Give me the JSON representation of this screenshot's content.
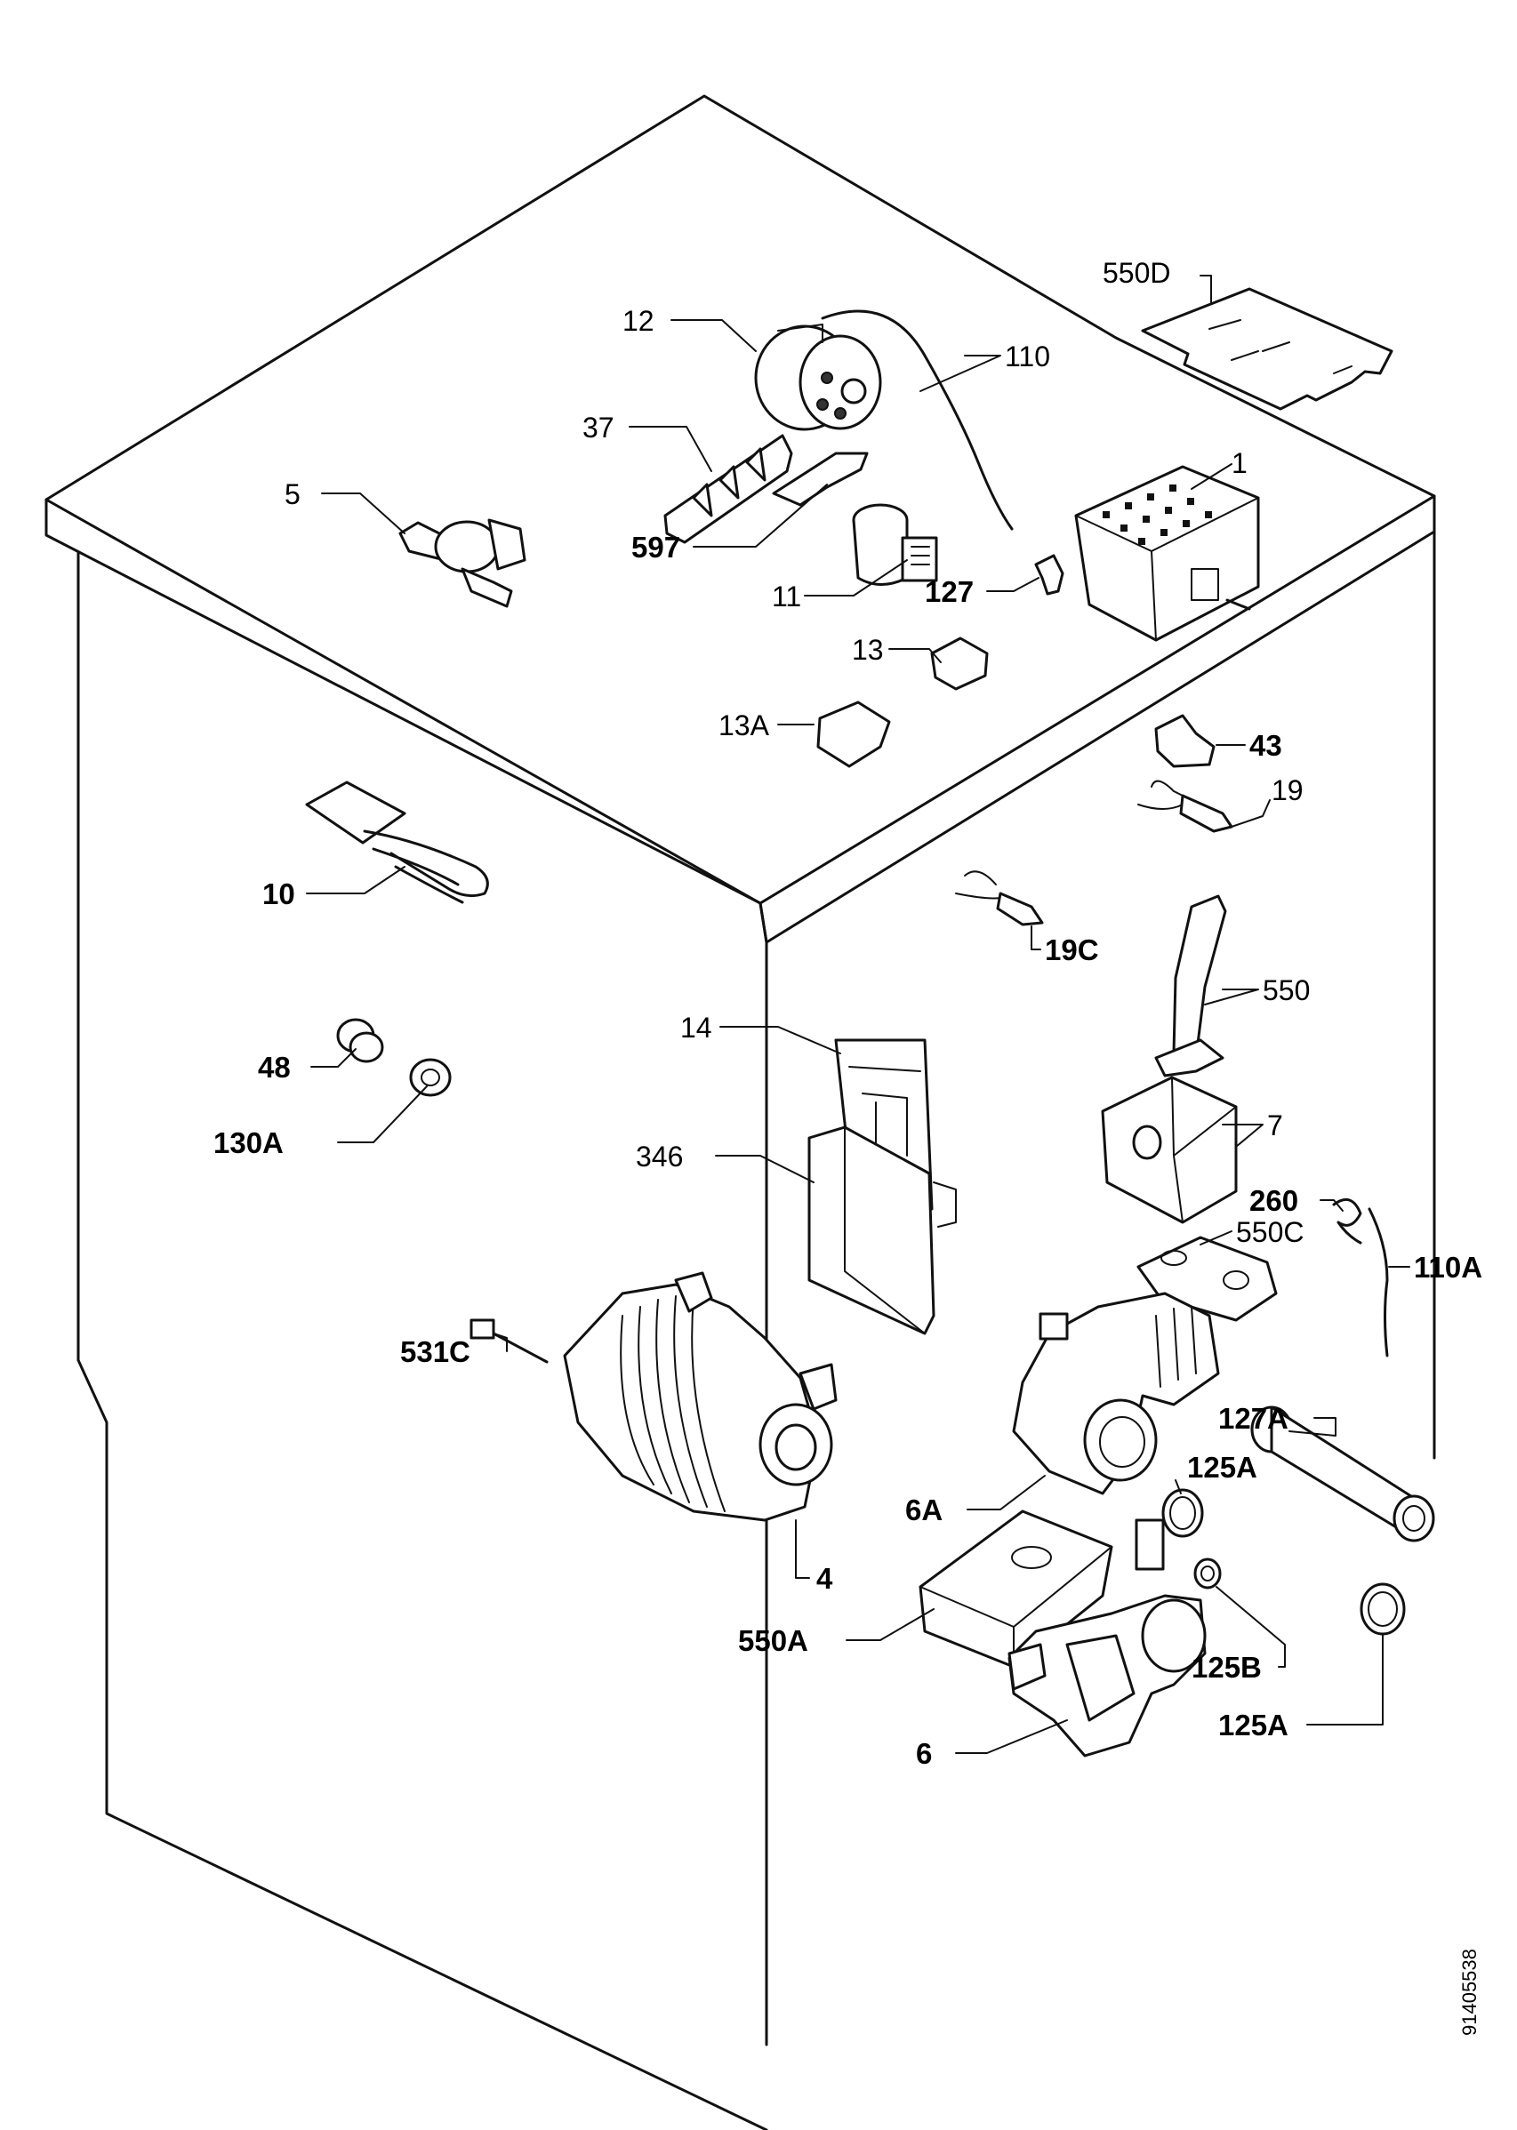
{
  "diagram": {
    "doc_number": "91405538",
    "labels": {
      "p550D": "550D",
      "p12": "12",
      "p110": "110",
      "p37": "37",
      "p1": "1",
      "p5": "5",
      "p597": "597",
      "p11": "11",
      "p127": "127",
      "p13": "13",
      "p13A": "13A",
      "p43": "43",
      "p19": "19",
      "p10": "10",
      "p19C": "19C",
      "p550": "550",
      "p14": "14",
      "p48": "48",
      "p130A": "130A",
      "p7": "7",
      "p346": "346",
      "p260": "260",
      "p550C": "550C",
      "p110A": "110A",
      "p531C": "531C",
      "p127A": "127A",
      "p125A_1": "125A",
      "p6A": "6A",
      "p4": "4",
      "p550A": "550A",
      "p125B": "125B",
      "p6": "6",
      "p125A_2": "125A"
    }
  }
}
